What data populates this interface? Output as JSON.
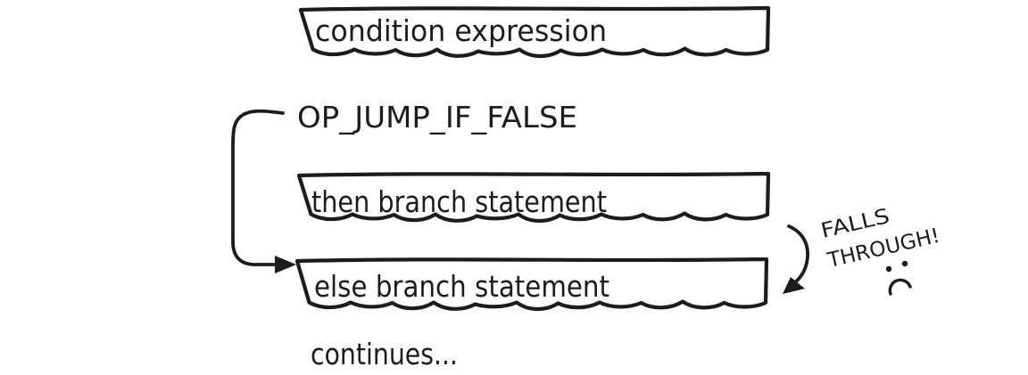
{
  "colors": {
    "ink": "#1c1c1c",
    "background": "#ffffff"
  },
  "diagram": {
    "condition_box_label": "condition expression",
    "jump_instruction_label": "OP_JUMP_IF_FALSE",
    "then_box_label": "then branch statement",
    "else_box_label": "else branch statement",
    "falls_through_line1": "FALLS",
    "falls_through_line2": "THROUGH!",
    "sad_face_icon": "frowning-face",
    "continues_label": "continues..."
  }
}
